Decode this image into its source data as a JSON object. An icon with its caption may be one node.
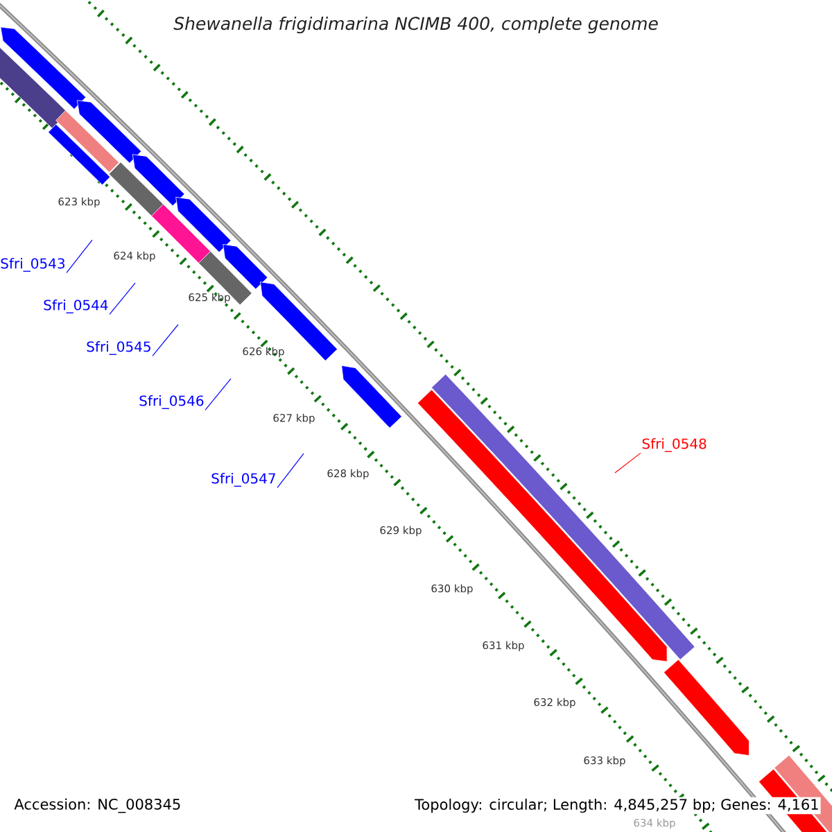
{
  "diagram": {
    "title": "Shewanella frigidimarina NCIMB 400, complete genome",
    "nodes": [
      {
        "text": [
          "Sfri_0543"
        ]
      },
      {
        "text": [
          "Sfri_0544"
        ]
      },
      {
        "text": [
          "Sfri_0545"
        ]
      },
      {
        "text": [
          "Sfri_0546"
        ]
      },
      {
        "text": [
          "Sfri_0547"
        ]
      },
      {
        "text": [
          "Sfri_0548"
        ]
      }
    ],
    "edges": [
      {
        "from": 0,
        "to": null,
        "arrow": "none"
      },
      {
        "from": 1,
        "to": null,
        "arrow": "none"
      },
      {
        "from": 2,
        "to": null,
        "arrow": "none"
      },
      {
        "from": 3,
        "to": null,
        "arrow": "none"
      },
      {
        "from": 4,
        "to": null,
        "arrow": "none"
      },
      {
        "from": 5,
        "to": null,
        "arrow": "none",
        "color": "#ff0000"
      }
    ],
    "labels": [
      "623 kbp",
      "624 kbp",
      "625 kbp",
      "626 kbp",
      "627 kbp",
      "628 kbp",
      "629 kbp",
      "630 kbp",
      "631 kbp",
      "632 kbp",
      "633 kbp",
      "634 kbp",
      "Accession: NC_008345",
      "Topology: circular; Length: 4,845,257 bp; Genes: 4,161"
    ]
  }
}
